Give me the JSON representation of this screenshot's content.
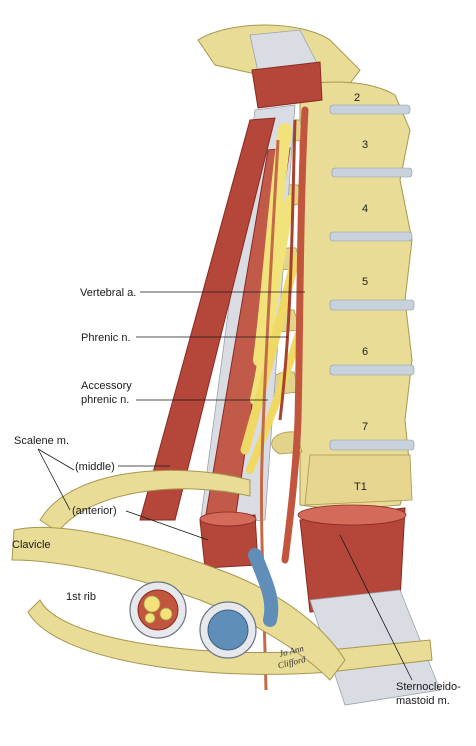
{
  "labels": {
    "vertebral": "Vertebral a.",
    "phrenic": "Phrenic n.",
    "accessory_line1": "Accessory",
    "accessory_line2": "phrenic n.",
    "scalene": "Scalene m.",
    "middle": "(middle)",
    "anterior": "(anterior)",
    "clavicle": "Clavicle",
    "first_rib": "1st rib",
    "scm_line1": "Sternocleido-",
    "scm_line2": "mastoid m."
  },
  "vertebra_numbers": [
    "2",
    "3",
    "4",
    "5",
    "6",
    "7",
    "T1"
  ],
  "signature": {
    "line1": "Jo Ann",
    "line2": "Clifford"
  },
  "colors": {
    "bone": "#e9dc97",
    "bone_shadow": "#c9b86a",
    "disc": "#c8d2dc",
    "muscle": "#b5463a",
    "muscle_dark": "#8a2a22",
    "tendon": "#d9dde3",
    "nerve": "#f2e27a",
    "artery": "#c2553e",
    "vein": "#5f8fb8"
  }
}
